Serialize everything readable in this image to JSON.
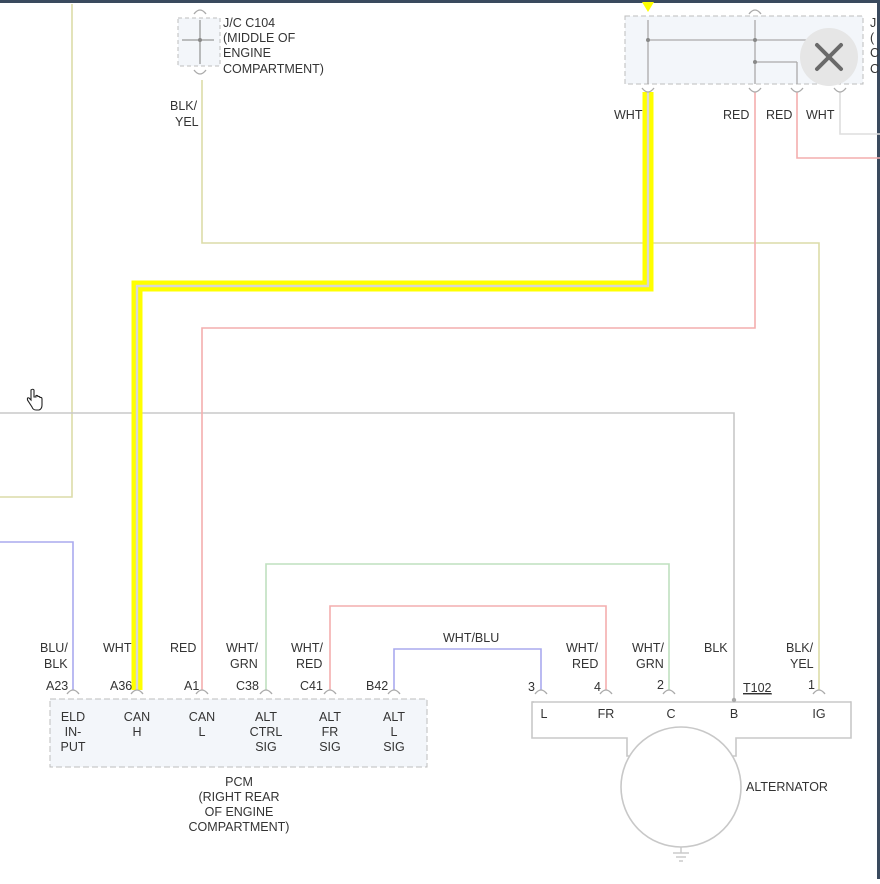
{
  "jc_left": {
    "title": "J/C C104",
    "l1": "(MIDDLE OF",
    "l2": "ENGINE",
    "l3": "COMPARTMENT)"
  },
  "jc_right_partial": {
    "l1": "J",
    "l2": "(",
    "l3": "C",
    "l4": "C"
  },
  "top_wire_labels": {
    "blk_yel_1": "BLK/",
    "blk_yel_2": "YEL",
    "wht": "WHT",
    "red_a": "RED",
    "red_b": "RED",
    "wht_b": "WHT"
  },
  "pcm": {
    "title": "PCM",
    "loc1": "(RIGHT REAR",
    "loc2": "OF ENGINE",
    "loc3": "COMPARTMENT)",
    "pins": [
      {
        "id": "A23",
        "wire1": "BLU/",
        "wire2": "BLK",
        "f1": "ELD",
        "f2": "IN-",
        "f3": "PUT"
      },
      {
        "id": "A36",
        "wire1": "",
        "wire2": "WHT",
        "f1": "CAN",
        "f2": "H",
        "f3": ""
      },
      {
        "id": "A1",
        "wire1": "",
        "wire2": "RED",
        "f1": "CAN",
        "f2": "L",
        "f3": ""
      },
      {
        "id": "C38",
        "wire1": "WHT/",
        "wire2": "GRN",
        "f1": "ALT",
        "f2": "CTRL",
        "f3": "SIG"
      },
      {
        "id": "C41",
        "wire1": "WHT/",
        "wire2": "RED",
        "f1": "ALT",
        "f2": "FR",
        "f3": "SIG"
      },
      {
        "id": "B42",
        "wire1": "",
        "wire2": "",
        "f1": "ALT",
        "f2": "L",
        "f3": "SIG"
      }
    ]
  },
  "mid_wire_label": "WHT/BLU",
  "alternator": {
    "title": "ALTERNATOR",
    "connector": "T102",
    "pins": [
      {
        "num": "3",
        "wire1": "",
        "wire2": "",
        "term": "L"
      },
      {
        "num": "4",
        "wire1": "WHT/",
        "wire2": "RED",
        "term": "FR"
      },
      {
        "num": "2",
        "wire1": "WHT/",
        "wire2": "GRN",
        "term": "C"
      },
      {
        "num": "",
        "wire1": "",
        "wire2": "BLK",
        "term": "B"
      },
      {
        "num": "1",
        "wire1": "BLK/",
        "wire2": "YEL",
        "term": "IG"
      }
    ]
  },
  "colors": {
    "highlight": "#ffff00",
    "wire_yellow": "#dcdca8",
    "wire_red": "#f4aeae",
    "wire_green": "#bfe0bf",
    "wire_blue": "#aaaaee",
    "wire_gray": "#c8c8c8",
    "box_fill": "#f3f6fa",
    "border": "#3a4a5e"
  },
  "icons": {
    "close": "close-icon",
    "cursor": "hand-pointer-icon"
  }
}
